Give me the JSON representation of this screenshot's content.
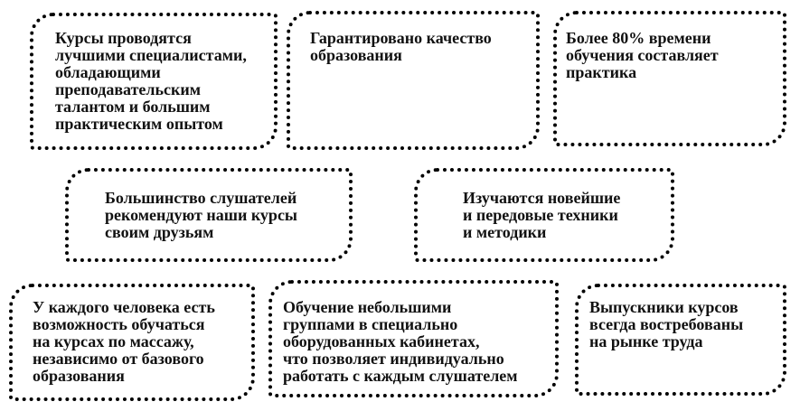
{
  "boxes": [
    "Курсы проводятся\nлучшими специалистами,\nобладающими\nпреподавательским\nталантом и большим\nпрактическим опытом",
    "Гарантировано качество\nобразования",
    "Более 80% времени\nобучения составляет\nпрактика",
    "Большинство слушателей\nрекомендуют наши курсы\nсвоим друзьям",
    "Изучаются новейшие\nи передовые техники\nи методики",
    "У каждого человека есть\nвозможность обучаться\nна курсах по массажу,\nнезависимо от базового\nобразования",
    "Обучение небольшими\nгруппами в специально\nоборудованных кабинетах,\nчто позволяет индивидуально\nработать с каждым слушателем",
    "Выпускники курсов\nвсегда востребованы\nна рынке труда"
  ]
}
